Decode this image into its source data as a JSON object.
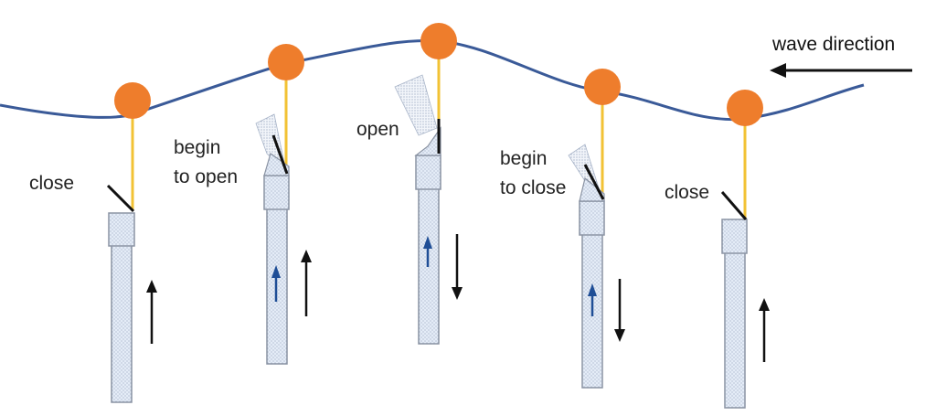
{
  "wave_direction_label": "wave direction",
  "stages": [
    {
      "id": "close-1",
      "lines": [
        "close"
      ]
    },
    {
      "id": "begin-to-open",
      "lines": [
        "begin",
        "to open"
      ]
    },
    {
      "id": "open",
      "lines": [
        "open"
      ]
    },
    {
      "id": "begin-to-close",
      "lines": [
        "begin",
        "to close"
      ]
    },
    {
      "id": "close-2",
      "lines": [
        "close"
      ]
    }
  ],
  "colors": {
    "wave": "#3a5a98",
    "buoy": "#ee7d2c",
    "rope": "#f2c234",
    "pipe_fill": "#dfe8f5",
    "pipe_stroke": "#8a93a3",
    "arrow": "#111111",
    "flow_arrow": "#1f4e96"
  },
  "icons": [
    "buoy-icon",
    "pipe-icon",
    "valve-flap-icon",
    "arrow-up-icon",
    "arrow-down-icon",
    "arrow-left-icon"
  ]
}
